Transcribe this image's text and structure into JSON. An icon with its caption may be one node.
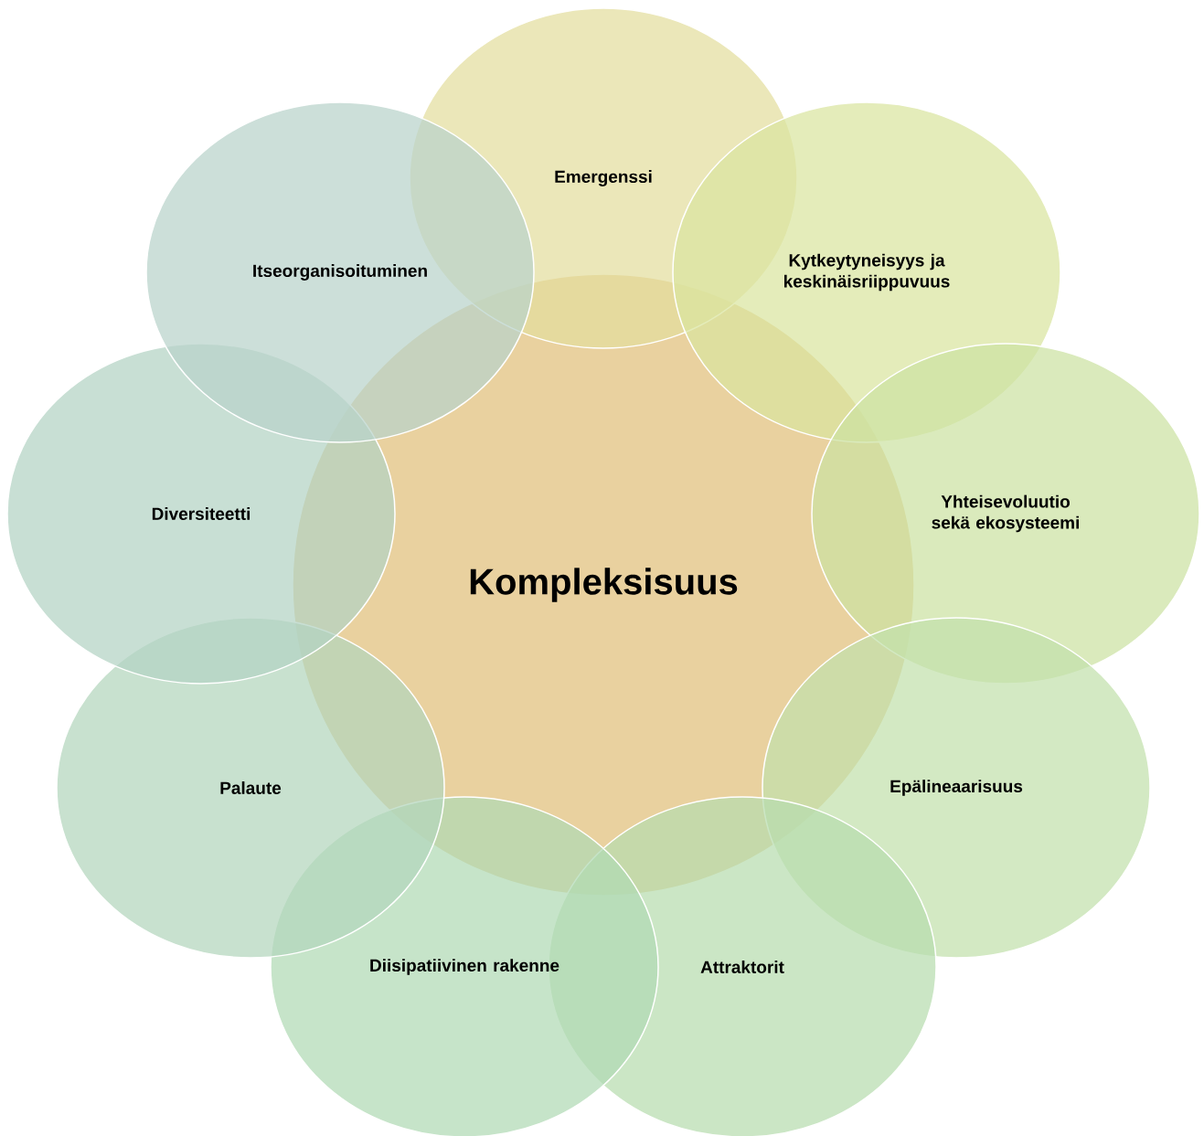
{
  "diagram": {
    "nodes": [
      {
        "text": [
          "Kompleksisuus"
        ]
      },
      {
        "text": [
          "Emergenssi"
        ]
      },
      {
        "text": [
          "Kytkeytyneisyys ja keskinäisriippuvuus"
        ]
      },
      {
        "text": [
          "Yhteisevoluutio sekä ekosysteemi"
        ]
      },
      {
        "text": [
          "Epälineaarisuus"
        ]
      },
      {
        "text": [
          "Attraktorit"
        ]
      },
      {
        "text": [
          "Diisipatiivinen rakenne"
        ]
      },
      {
        "text": [
          "Palaute"
        ]
      },
      {
        "text": [
          "Diversiteetti"
        ]
      },
      {
        "text": [
          "Itseorganisoituminen"
        ]
      }
    ]
  }
}
